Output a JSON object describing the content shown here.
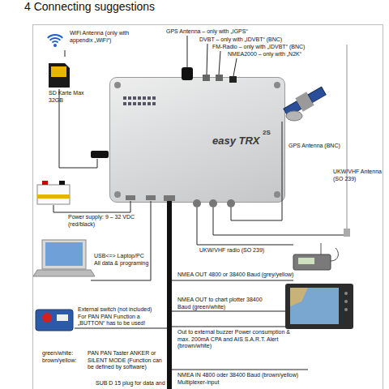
{
  "diagram": {
    "title": "4 Connecting suggestions",
    "nodes": [
      {
        "text": [
          "easy TRX",
          "2S"
        ]
      }
    ],
    "labels": [
      "WiFi Antenna (only with appendix „WiFi“)",
      "GPS Antenna – only with „IGPS“",
      "DVBT – only with „IDVBT“ (BNC)",
      "FM-Radio – only with „IDVBT“ (BNC)",
      "NMEA2000 – only with „N2K“",
      "SD Karte Max 32GB",
      "GPS Antenna (BNC)",
      "UKW/VHF Antenna (SO 239)",
      "Power supply: 9 – 32 VDC (red/black)",
      "USB<=> Laptop/PC All data & programing",
      "UKW/VHF radio (SO 239)",
      "NMEA OUT 4800 or 38400 Baud (grey/yellow)",
      "NMEA OUT to chart plotter 38400 Baud (green/white)",
      "External switch (not included) For PAN PAN Function a „BUTTON“ has to be used!",
      "Out to external buzzer Power consumption & max. 200mA CPA and AIS S.A.R.T. Alert (brown/white)",
      "green/white: brown/yellow:",
      "PAN PAN Taster ANKER or SILENT MODE (Function can be defined by software)",
      "SUB D 15 plug for data and",
      "NMEA IN 4800 oder 38400 Baud (brown/yellow) Multiplexer-input"
    ]
  }
}
